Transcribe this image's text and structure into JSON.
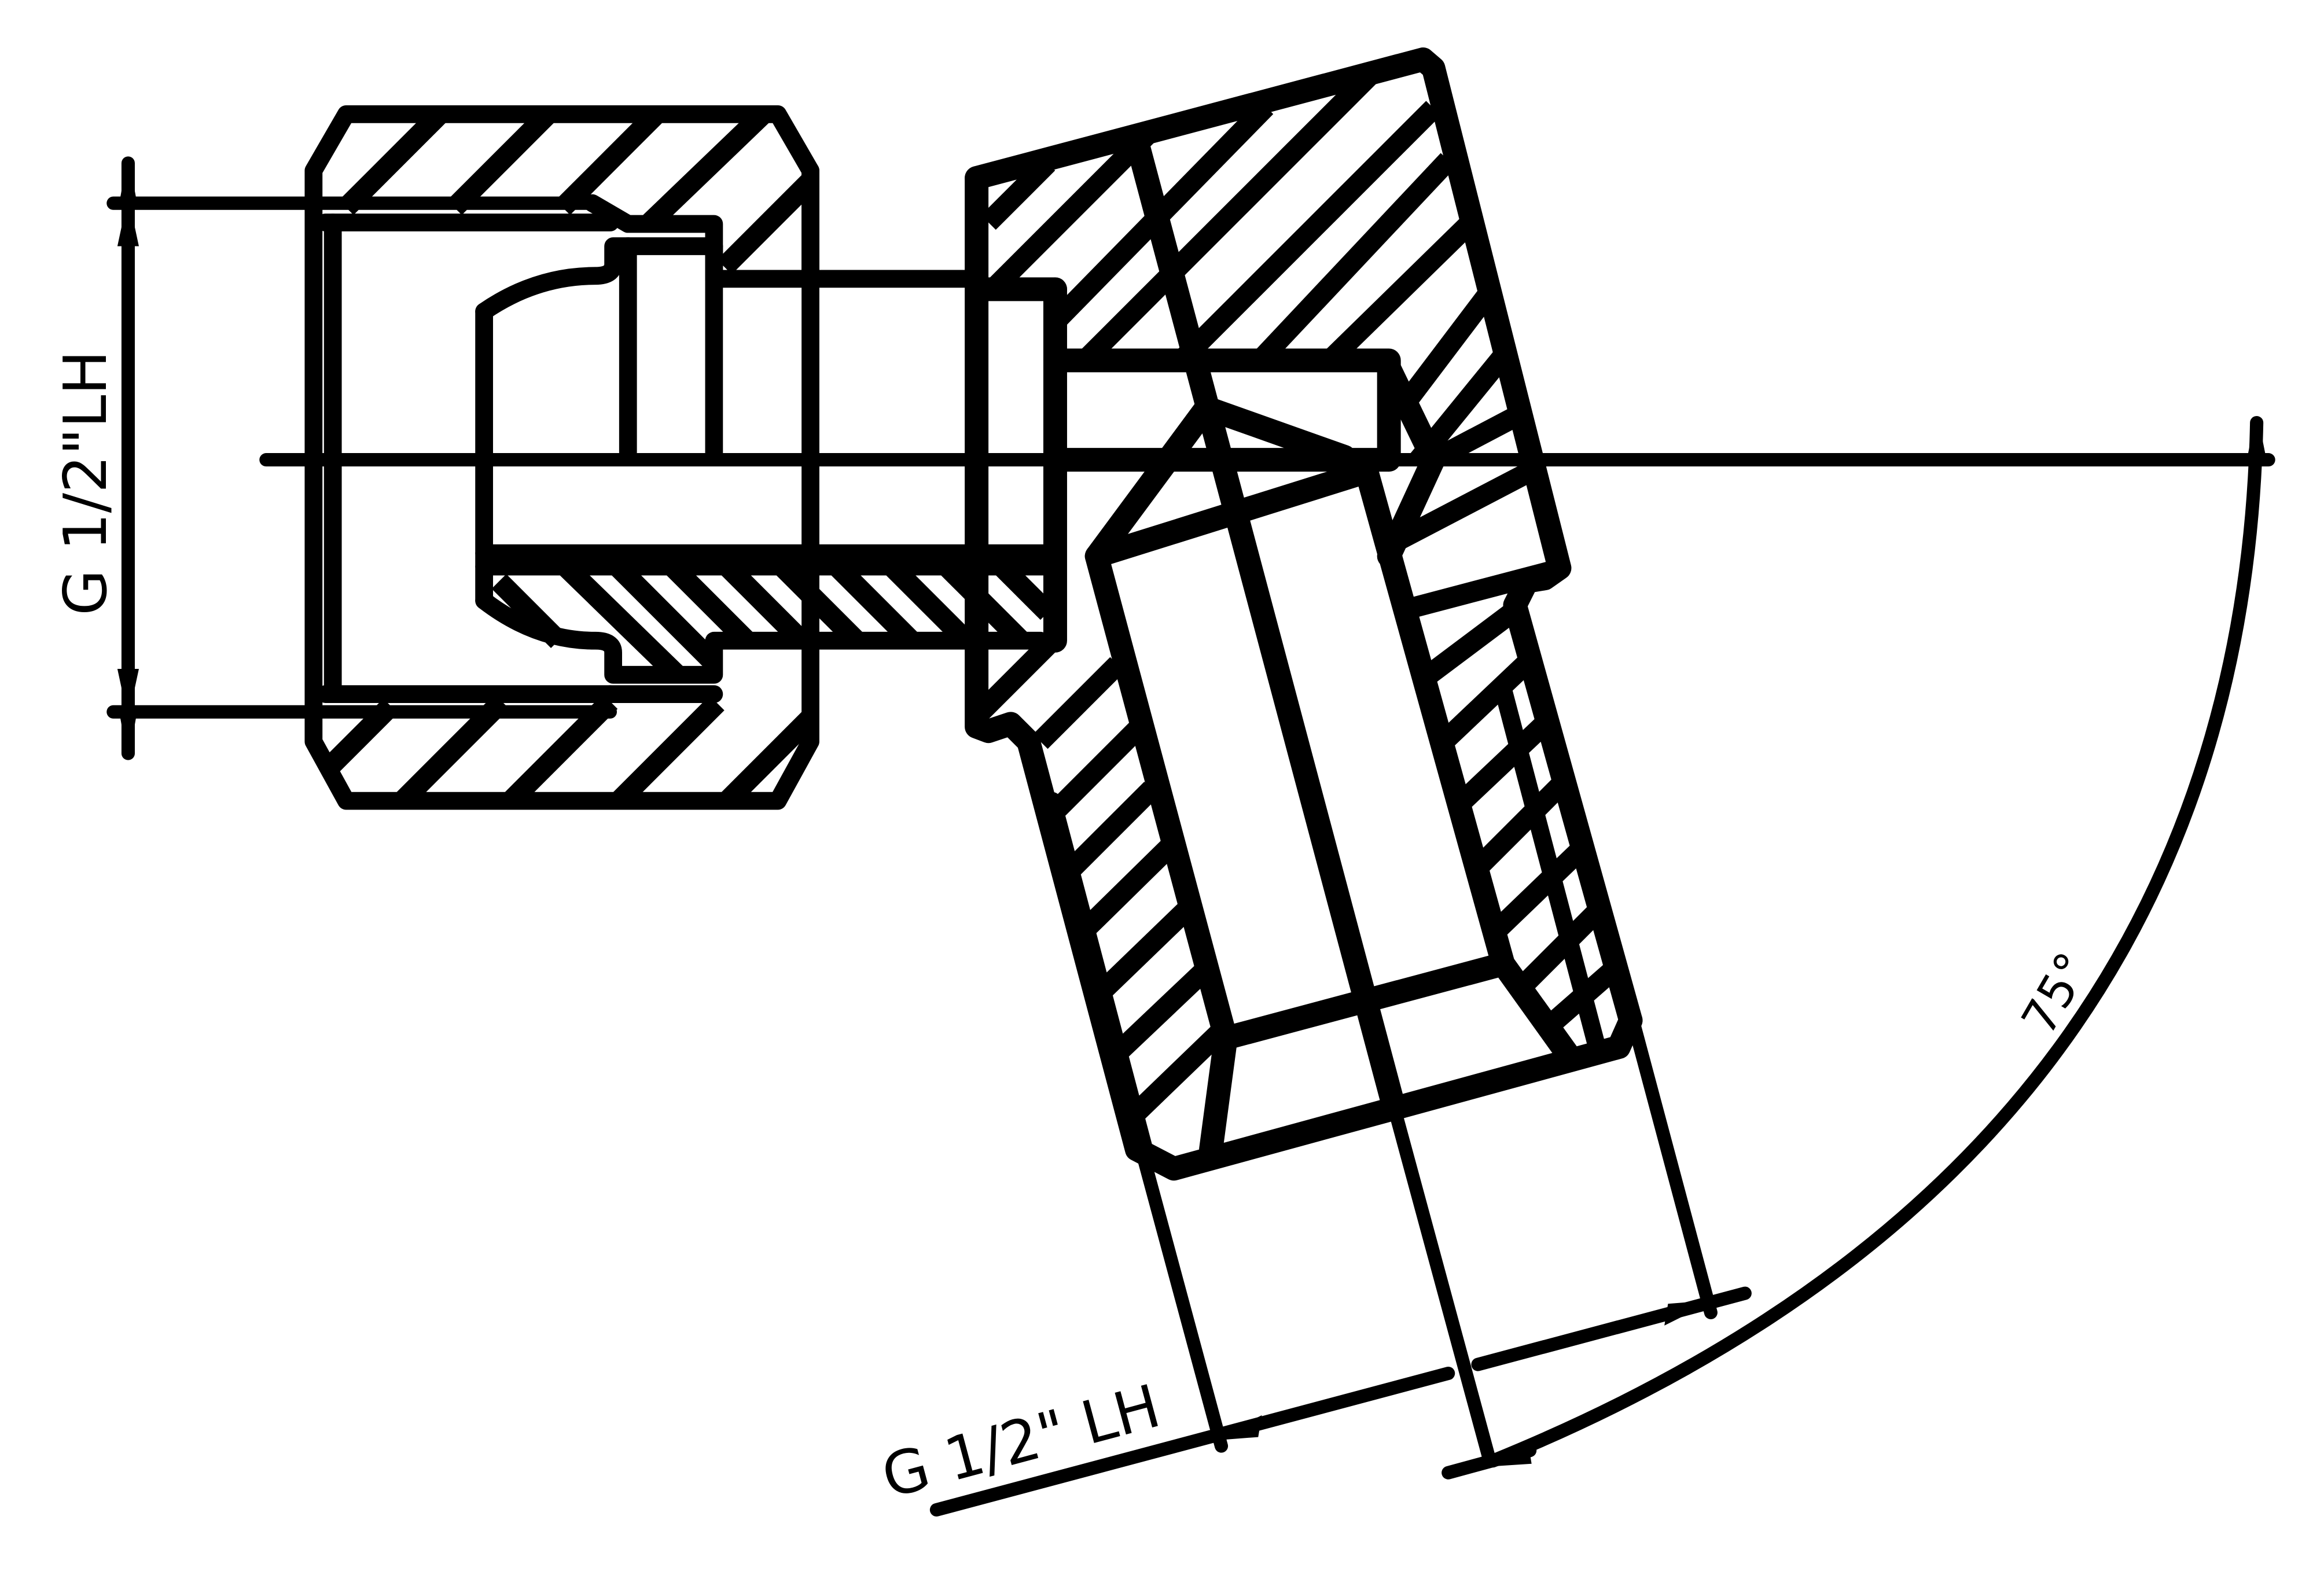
{
  "drawing": {
    "dimension_vertical_label": "G 1/2\"LH",
    "dimension_angled_label": "G 1/2\" LH",
    "angle_label": "75°",
    "line_color": "#000000",
    "background_color": "#ffffff"
  }
}
